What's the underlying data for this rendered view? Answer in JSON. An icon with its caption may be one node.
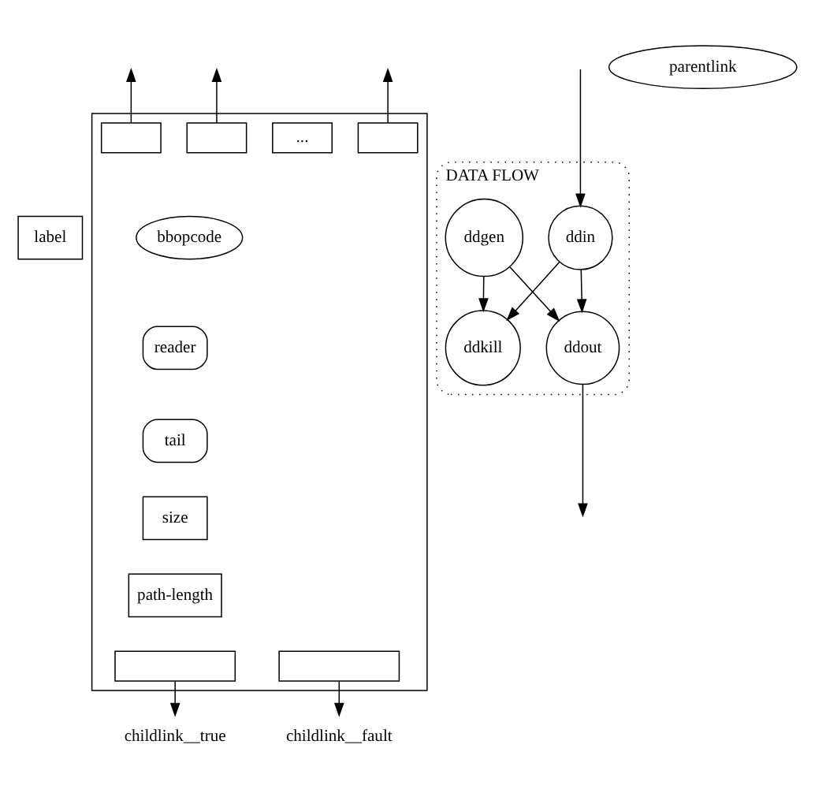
{
  "diagram": {
    "nodes": [
      {
        "text": [],
        "shape": "box"
      },
      {
        "text": [],
        "shape": "box",
        "in": 0
      },
      {
        "text": [],
        "shape": "box",
        "in": 0
      },
      {
        "text": [],
        "shape": "box",
        "in": 0
      },
      {
        "text": [
          "..."
        ],
        "in": 0
      },
      {
        "text": [
          "label"
        ]
      },
      {
        "text": [
          "bbopcode"
        ],
        "in": 0
      },
      {
        "text": [
          "reader"
        ],
        "in": 0
      },
      {
        "text": [
          "tail"
        ],
        "in": 0
      },
      {
        "text": [
          "size"
        ],
        "in": 0
      },
      {
        "text": [
          "path-length"
        ],
        "in": 0
      },
      {
        "text": [
          "DATA FLOW"
        ]
      },
      {
        "text": [
          "ddin"
        ],
        "in": 11
      },
      {
        "text": [
          "ddgen"
        ],
        "in": 11
      },
      {
        "text": [
          "ddkill"
        ],
        "in": 11
      },
      {
        "text": [
          "ddout"
        ],
        "in": 11
      },
      {
        "text": [
          "parentlink"
        ]
      },
      {
        "text": [],
        "shape": "box",
        "in": 0
      },
      {
        "text": [],
        "shape": "box",
        "in": 0
      },
      {
        "text": [
          "childlink__true"
        ]
      },
      {
        "text": [
          "childlink__fault"
        ]
      }
    ],
    "edges": [
      {
        "from": 1,
        "to": null,
        "arrow": "to"
      },
      {
        "from": 2,
        "to": null,
        "arrow": "to"
      },
      {
        "from": 3,
        "to": null,
        "arrow": "to"
      },
      {
        "from": null,
        "to": 12,
        "arrow": "to"
      },
      {
        "from": 12,
        "to": 14,
        "arrow": "to"
      },
      {
        "from": 12,
        "to": 15,
        "arrow": "to"
      },
      {
        "from": 13,
        "to": 14,
        "arrow": "to"
      },
      {
        "from": 13,
        "to": 15,
        "arrow": "to"
      },
      {
        "from": 15,
        "to": null,
        "arrow": "to"
      },
      {
        "from": 17,
        "to": 19,
        "arrow": "to"
      },
      {
        "from": 18,
        "to": 20,
        "arrow": "to"
      }
    ]
  }
}
